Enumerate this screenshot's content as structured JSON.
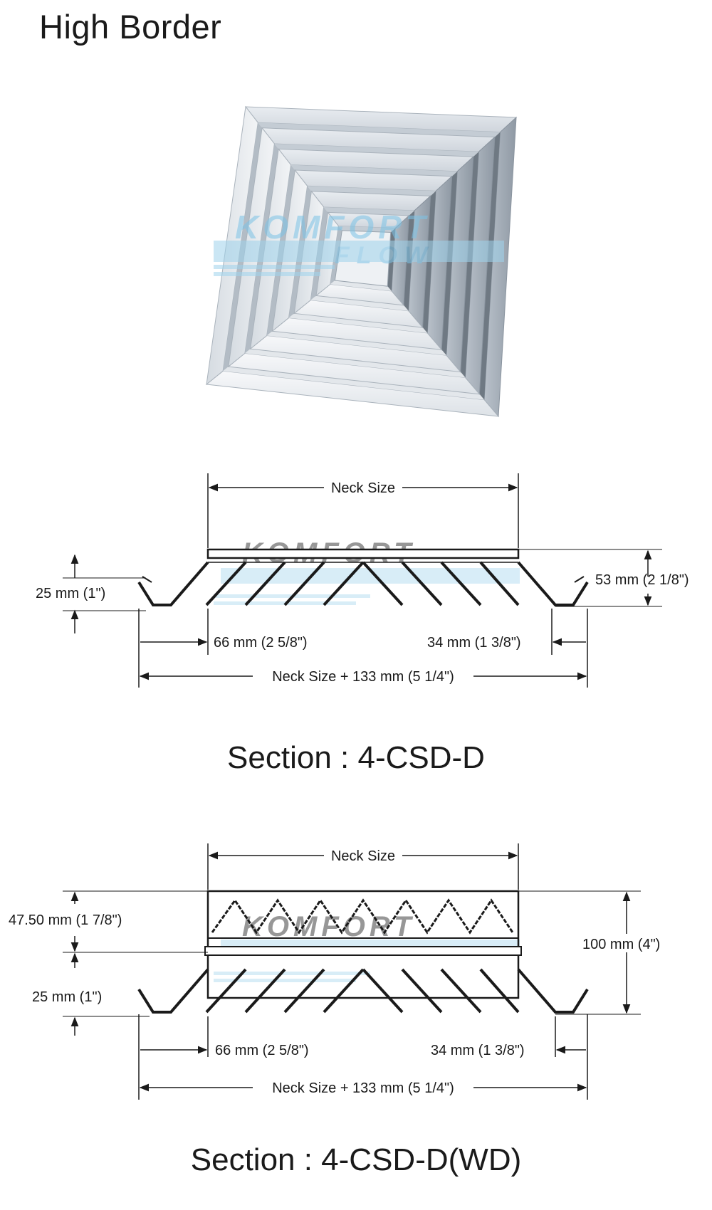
{
  "page": {
    "title": "High Border"
  },
  "product": {
    "watermark_top": "KOMFORT",
    "watermark_bottom": "FLOW"
  },
  "sections": [
    {
      "caption": "Section : 4-CSD-D",
      "labels": {
        "neck": "Neck Size",
        "left_height": "25 mm (1\")",
        "right_height": "53 mm (2 1/8\")",
        "left_border": "66 mm (2 5/8\")",
        "right_border": "34 mm (1 3/8\")",
        "overall": "Neck Size + 133 mm (5 1/4\")"
      }
    },
    {
      "caption": "Section : 4-CSD-D(WD)",
      "labels": {
        "neck": "Neck Size",
        "damper_height": "47.50 mm (1 7/8\")",
        "left_height": "25 mm (1\")",
        "right_height": "100 mm (4\")",
        "left_border": "66 mm (2 5/8\")",
        "right_border": "34 mm (1 3/8\")",
        "overall": "Neck Size + 133 mm (5 1/4\")"
      }
    }
  ]
}
